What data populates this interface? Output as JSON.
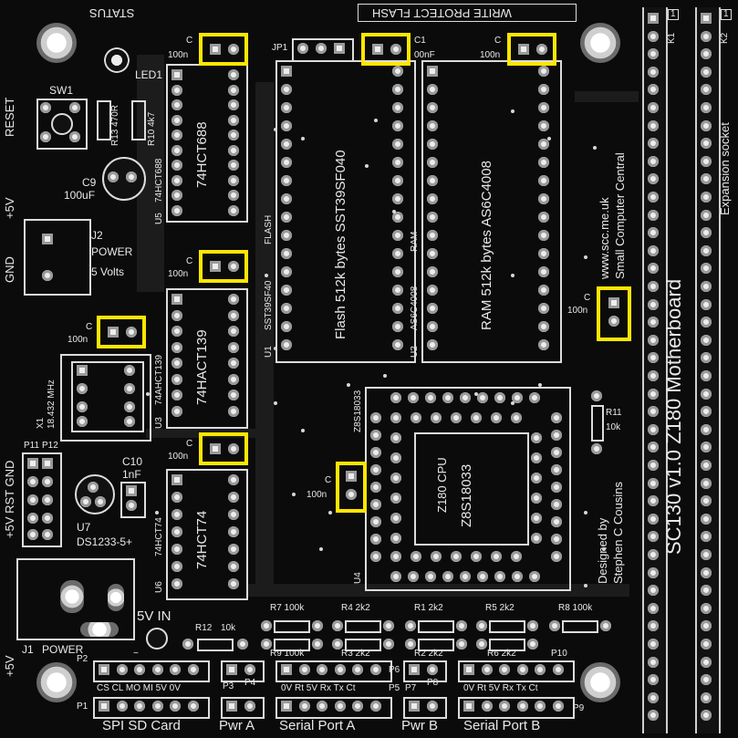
{
  "board": {
    "title": "SC130 v1.0 Z180 Motherboard",
    "website": "www.scc.me.uk",
    "company": "Small Computer Central",
    "designer_line1": "Designed by",
    "designer_line2": "Stephen C Cousins",
    "expansion": "Expansion socket"
  },
  "top": {
    "status": "STATUS",
    "write_protect": "WRITE PROTECT FLASH"
  },
  "left": {
    "reset": "RESET",
    "plus5v": "+5V",
    "gnd": "GND",
    "rst_line": "+5V RST GND",
    "bottom_5v": "+5V"
  },
  "refs": {
    "k1": "K1",
    "k2": "K2",
    "k1_pin": "1",
    "k2_pin": "1",
    "sw1": "SW1",
    "led1": "LED1",
    "r13": "R13 470R",
    "r10": "R10 4k7",
    "c9": "C9",
    "c9_val": "100uF",
    "j2": "J2",
    "j2_power": "POWER",
    "j2_volts": "5 Volts",
    "x1": "X1",
    "x1_freq": "18.432 MHz",
    "p11": "P11",
    "p12": "P12",
    "c10": "C10",
    "c10_val": "1nF",
    "u7": "U7",
    "u7_part": "DS1233-5+",
    "j1": "J1",
    "j1_power": "POWER",
    "jp1": "JP1",
    "five_v_in": "5V IN",
    "r12": "R12",
    "r12_val": "10k",
    "r11": "R11",
    "r11_val": "10k",
    "u1": "U1",
    "u2": "U2",
    "u3": "U3",
    "u4": "U4",
    "u5": "U5",
    "u6": "U6"
  },
  "chips": {
    "u5_part": "74HCT688",
    "u5_silk": "74HCT688",
    "u3_part": "74HACT139",
    "u3_silk": "74AHCT139",
    "u6_part": "74HCT74",
    "u6_silk": "74HCT74",
    "flash_desc": "Flash 512k bytes SST39SF040",
    "flash_label": "FLASH",
    "flash_part": "SST39SF40",
    "ram_desc": "RAM 512k bytes AS6C4008",
    "ram_label": "RAM",
    "ram_part": "AS6C4008",
    "cpu_label": "Z180 CPU",
    "cpu_part": "Z8S18033",
    "cpu_silk": "Z8S18033"
  },
  "caps": {
    "c_top1": "C",
    "c_top1_val": "100n",
    "c_top2": "C1",
    "c_top2_val": "00nF",
    "c_top3": "C",
    "c_top3_val": "100n",
    "c_mid": "C",
    "c_mid_val": "100n",
    "c_left": "C",
    "c_left_val": "100n",
    "c_low": "C",
    "c_low_val": "100n",
    "c_cpu": "C",
    "c_cpu_val": "100n",
    "c_right": "C",
    "c_right_val": "100n"
  },
  "resistors": {
    "r7": "R7 100k",
    "r4": "R4 2k2",
    "r1": "R1  2k2",
    "r5": "R5 2k2",
    "r8": "R8 100k",
    "r9": "R9  100k",
    "r3": "R3  2k2",
    "r2": "R2  2k2",
    "r6": "R6  2k2"
  },
  "ports": {
    "p1": "P1",
    "p2": "P2",
    "p3": "P3",
    "p4": "P4",
    "p5": "P5",
    "p6": "P6",
    "p7": "P7",
    "p8": "P8",
    "p9": "P9",
    "p10": "P10",
    "spi_pins": "CS CL MO MI 5V 0V",
    "serial_a_pins": "0V Rt 5V Rx Tx Ct",
    "serial_b_pins": "0V Rt 5V Rx Tx Ct",
    "spi_title": "SPI SD Card",
    "pwr_a": "Pwr A",
    "serial_a": "Serial Port A",
    "pwr_b": "Pwr B",
    "serial_b": "Serial Port B"
  },
  "colors": {
    "highlight": "#ffe600",
    "board": "#0b0b0b",
    "silk": "#e9e9e9"
  }
}
